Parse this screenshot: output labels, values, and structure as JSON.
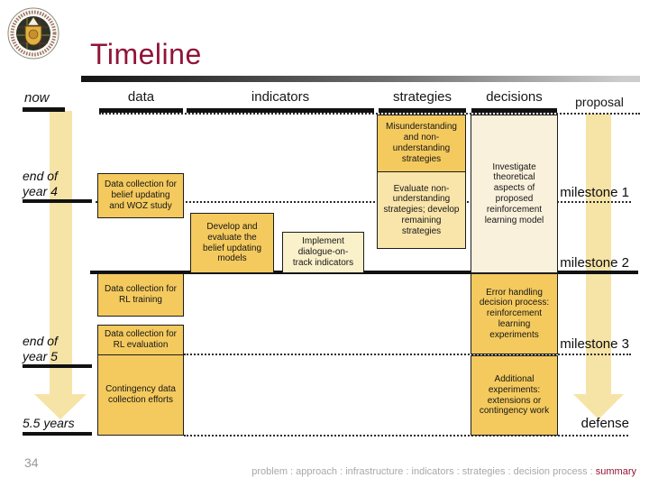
{
  "title": "Timeline",
  "page_number": "34",
  "columns": {
    "now": "now",
    "data": "data",
    "indicators": "indicators",
    "strategies": "strategies",
    "decisions": "decisions",
    "proposal": "proposal"
  },
  "row_labels": {
    "year4": "end of year 4",
    "year5": "end of year 5",
    "total": "5.5 years"
  },
  "milestones": {
    "m1": "milestone 1",
    "m2": "milestone 2",
    "m3": "milestone 3",
    "defense": "defense"
  },
  "boxes": [
    {
      "name": "misunderstanding-strategies",
      "text": "Misunderstanding and non-understanding strategies"
    },
    {
      "name": "evaluate-strategies",
      "text": "Evaluate non-understanding strategies; develop remaining strategies"
    },
    {
      "name": "investigate-rl-model",
      "text": "Investigate theoretical aspects of proposed reinforcement learning model"
    },
    {
      "name": "data-collection-woz",
      "text": "Data collection for belief updating and WOZ study"
    },
    {
      "name": "develop-belief-models",
      "text": "Develop and evaluate the belief updating models"
    },
    {
      "name": "implement-indicators",
      "text": "Implement dialogue-on-track indicators"
    },
    {
      "name": "data-collection-rl-training",
      "text": "Data collection for RL training"
    },
    {
      "name": "data-collection-rl-evaluation",
      "text": "Data collection for RL evaluation"
    },
    {
      "name": "contingency-data-collection",
      "text": "Contingency data collection efforts"
    },
    {
      "name": "error-handling-experiments",
      "text": "Error handling decision process: reinforcement learning experiments"
    },
    {
      "name": "additional-experiments",
      "text": "Additional experiments: extensions or contingency work"
    }
  ],
  "footer": {
    "trail": "problem : approach : infrastructure : indicators : strategies : decision process : ",
    "highlight": "summary"
  },
  "colors": {
    "accent": "#911438",
    "gold_box": "#F4CA5E",
    "cream_box": "#F9E5AA",
    "pale_cream_box": "#FAF0CA",
    "palest_cream_box": "#FAF1DC",
    "arrow_band": "#F6E3A6",
    "line": "#1A1A1A",
    "footer_gray": "#A8A8A8"
  }
}
